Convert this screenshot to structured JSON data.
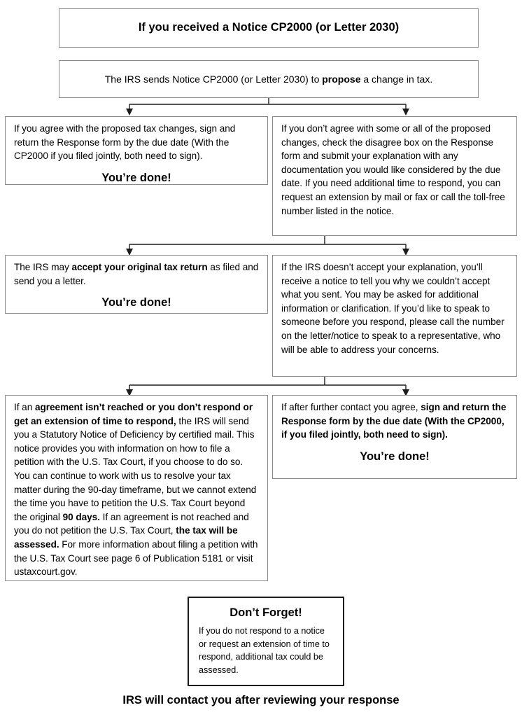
{
  "document": {
    "type": "flowchart",
    "title": "If you received a Notice CP2000 (or Letter 2030)"
  },
  "nodes": {
    "title_box": {
      "text": "If you received a Notice CP2000 (or Letter 2030)"
    },
    "intro_box": {
      "text_before": "The IRS sends Notice CP2000 (or Letter 2030) to ",
      "text_bold": "propose",
      "text_after": " a change in tax."
    },
    "row1_left": {
      "body": "If you agree with the proposed tax changes, sign and return the Response form by the due date (With the CP2000 if you filed jointly, both need to sign).",
      "done": "You’re done!"
    },
    "row1_right": {
      "body": "If you don’t agree with some or all of the proposed changes, check the disagree box on the Response form and submit your explanation with any documentation you would like considered by the due date. If you need additional time to respond, you can request an extension by mail or fax or call the toll-free number listed in the notice."
    },
    "row2_left": {
      "text_before": "The IRS may ",
      "text_bold": "accept your original tax return",
      "text_after": " as filed and send you a letter.",
      "done": "You’re done!"
    },
    "row2_right": {
      "body": "If the IRS doesn’t accept your explanation, you’ll receive a notice to tell you why we couldn’t accept what you sent. You may be asked for additional information or clarification. If you’d like to speak to someone before you respond, please call the number on the letter/notice to speak to a representative, who will be able to address your concerns."
    },
    "row3_left": {
      "seg1": "If an ",
      "seg2_bold": "agreement isn’t reached or you don’t respond or get an extension of time to respond,",
      "seg3": " the IRS will send you a Statutory Notice of Deficiency by certified mail. This notice provides you with information on how to file a petition with the U.S. Tax Court, if you choose to do so. You can continue to work with us to resolve your tax matter during the 90-day timeframe, but we cannot extend the time you have to petition the U.S. Tax Court beyond the original ",
      "seg4_bold": "90 days.",
      "seg5": " If an agreement is not reached and you do not petition the U.S. Tax Court, ",
      "seg6_bold": "the tax will be assessed.",
      "seg7": " For more information about filing a petition with the U.S. Tax Court see page 6 of Publication 5181 or visit ustaxcourt.gov."
    },
    "row3_right": {
      "seg1": "If after further contact you agree, ",
      "seg2_bold": "sign and return the Response form by the due date (With the CP2000, if you filed  jointly, both need to sign).",
      "done": "You’re done!"
    },
    "dont_forget": {
      "heading": "Don’t Forget!",
      "body": "If you do not respond to a notice or request an extension of time to respond, additional tax could be assessed."
    },
    "footer": {
      "text": "IRS will contact you after reviewing your response"
    }
  },
  "style": {
    "border_color": "#8a8a8a",
    "border_color_dark": "#1c1c1c",
    "connector_color": "#1c1c1c",
    "background": "#ffffff",
    "text_color": "#000000"
  }
}
